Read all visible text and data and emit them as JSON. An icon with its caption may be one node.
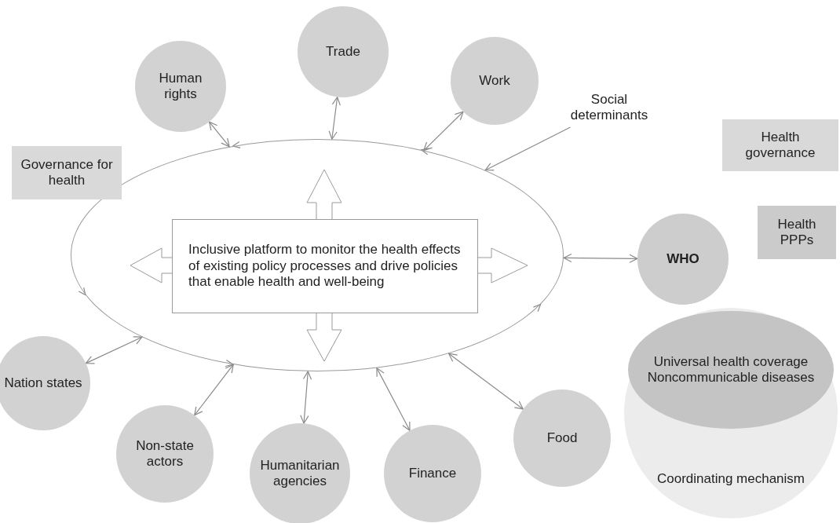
{
  "diagram": {
    "nodes": [
      {
        "text": [],
        "shape": "ellipse"
      },
      {
        "text": [
          "Governance for health"
        ]
      },
      {
        "text": [
          "Human rights"
        ]
      },
      {
        "text": [
          "Trade"
        ]
      },
      {
        "text": [
          "Work"
        ]
      },
      {
        "text": [
          "Social determinants"
        ]
      },
      {
        "text": [
          "Health governance"
        ]
      },
      {
        "text": [
          "Inclusive platform to monitor the health effects of existing policy processes and drive policies that enable health and well-being"
        ],
        "in": 0
      },
      {
        "text": [
          "WHO"
        ]
      },
      {
        "text": [
          "Health PPPs"
        ]
      },
      {
        "text": [
          "Coordinating mechanism"
        ]
      },
      {
        "text": [
          "Universal health coverage",
          "Noncommunicable diseases"
        ],
        "in": 10
      },
      {
        "text": [
          "Nation states"
        ]
      },
      {
        "text": [
          "Non-state actors"
        ]
      },
      {
        "text": [
          "Humanitarian agencies"
        ]
      },
      {
        "text": [
          "Finance"
        ]
      },
      {
        "text": [
          "Food"
        ]
      }
    ],
    "edges": [
      {
        "from": 2,
        "to": 0,
        "arrow": "both"
      },
      {
        "from": 3,
        "to": 0,
        "arrow": "both"
      },
      {
        "from": 4,
        "to": 0,
        "arrow": "both"
      },
      {
        "from": 5,
        "to": 0,
        "arrow": "to"
      },
      {
        "from": 0,
        "to": 8,
        "arrow": "both"
      },
      {
        "from": 12,
        "to": 0,
        "arrow": "both"
      },
      {
        "from": 13,
        "to": 0,
        "arrow": "both"
      },
      {
        "from": 14,
        "to": 0,
        "arrow": "both"
      },
      {
        "from": 15,
        "to": 0,
        "arrow": "both"
      },
      {
        "from": 16,
        "to": 0,
        "arrow": "both"
      },
      {
        "from": 7,
        "to": null,
        "arrow": "to"
      },
      {
        "from": 7,
        "to": null,
        "arrow": "to"
      },
      {
        "from": 7,
        "to": null,
        "arrow": "to"
      },
      {
        "from": 7,
        "to": null,
        "arrow": "to"
      }
    ]
  }
}
